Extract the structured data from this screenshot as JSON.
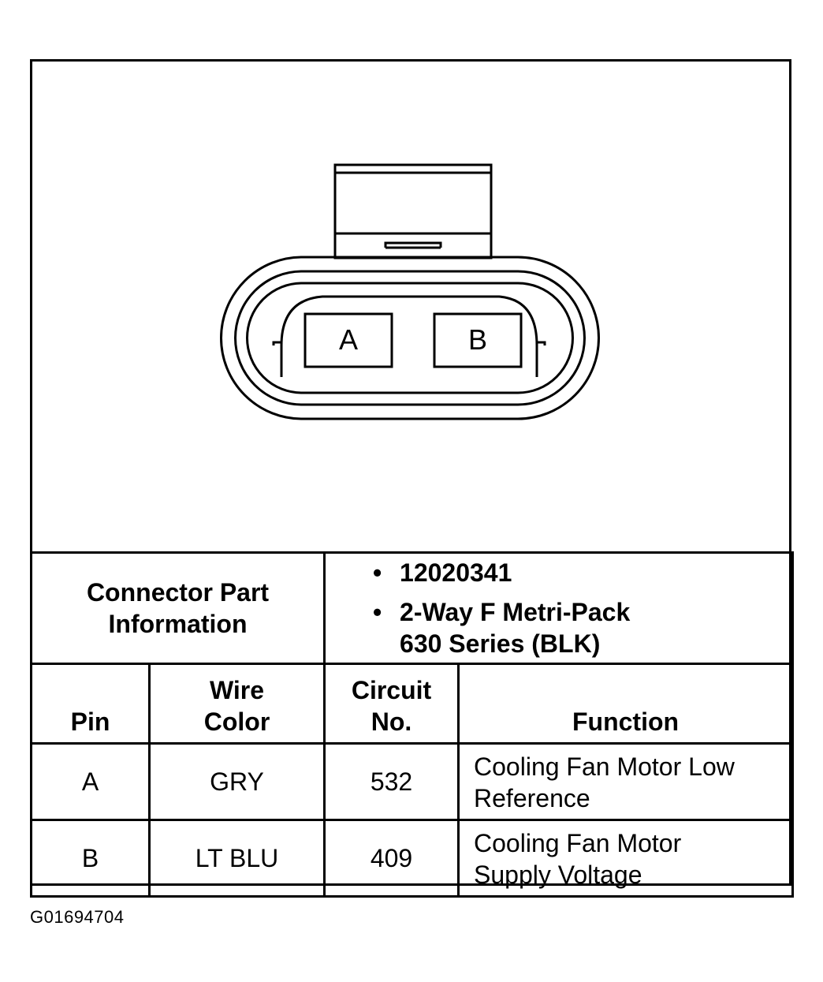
{
  "connector": {
    "pins": [
      "A",
      "B"
    ]
  },
  "part_info": {
    "label_line1": "Connector Part",
    "label_line2": "Information",
    "part_number": "12020341",
    "description_line1": "2-Way F Metri-Pack",
    "description_line2": "630 Series (BLK)"
  },
  "table": {
    "headers": {
      "pin": "Pin",
      "wire_line1": "Wire",
      "wire_line2": "Color",
      "circuit_line1": "Circuit",
      "circuit_line2": "No.",
      "function": "Function"
    },
    "rows": [
      {
        "pin": "A",
        "wire_color": "GRY",
        "circuit": "532",
        "function_line1": "Cooling Fan Motor Low",
        "function_line2": "Reference"
      },
      {
        "pin": "B",
        "wire_color": "LT BLU",
        "circuit": "409",
        "function_line1": "Cooling Fan Motor",
        "function_line2": "Supply Voltage"
      }
    ]
  },
  "figure_id": "G01694704"
}
